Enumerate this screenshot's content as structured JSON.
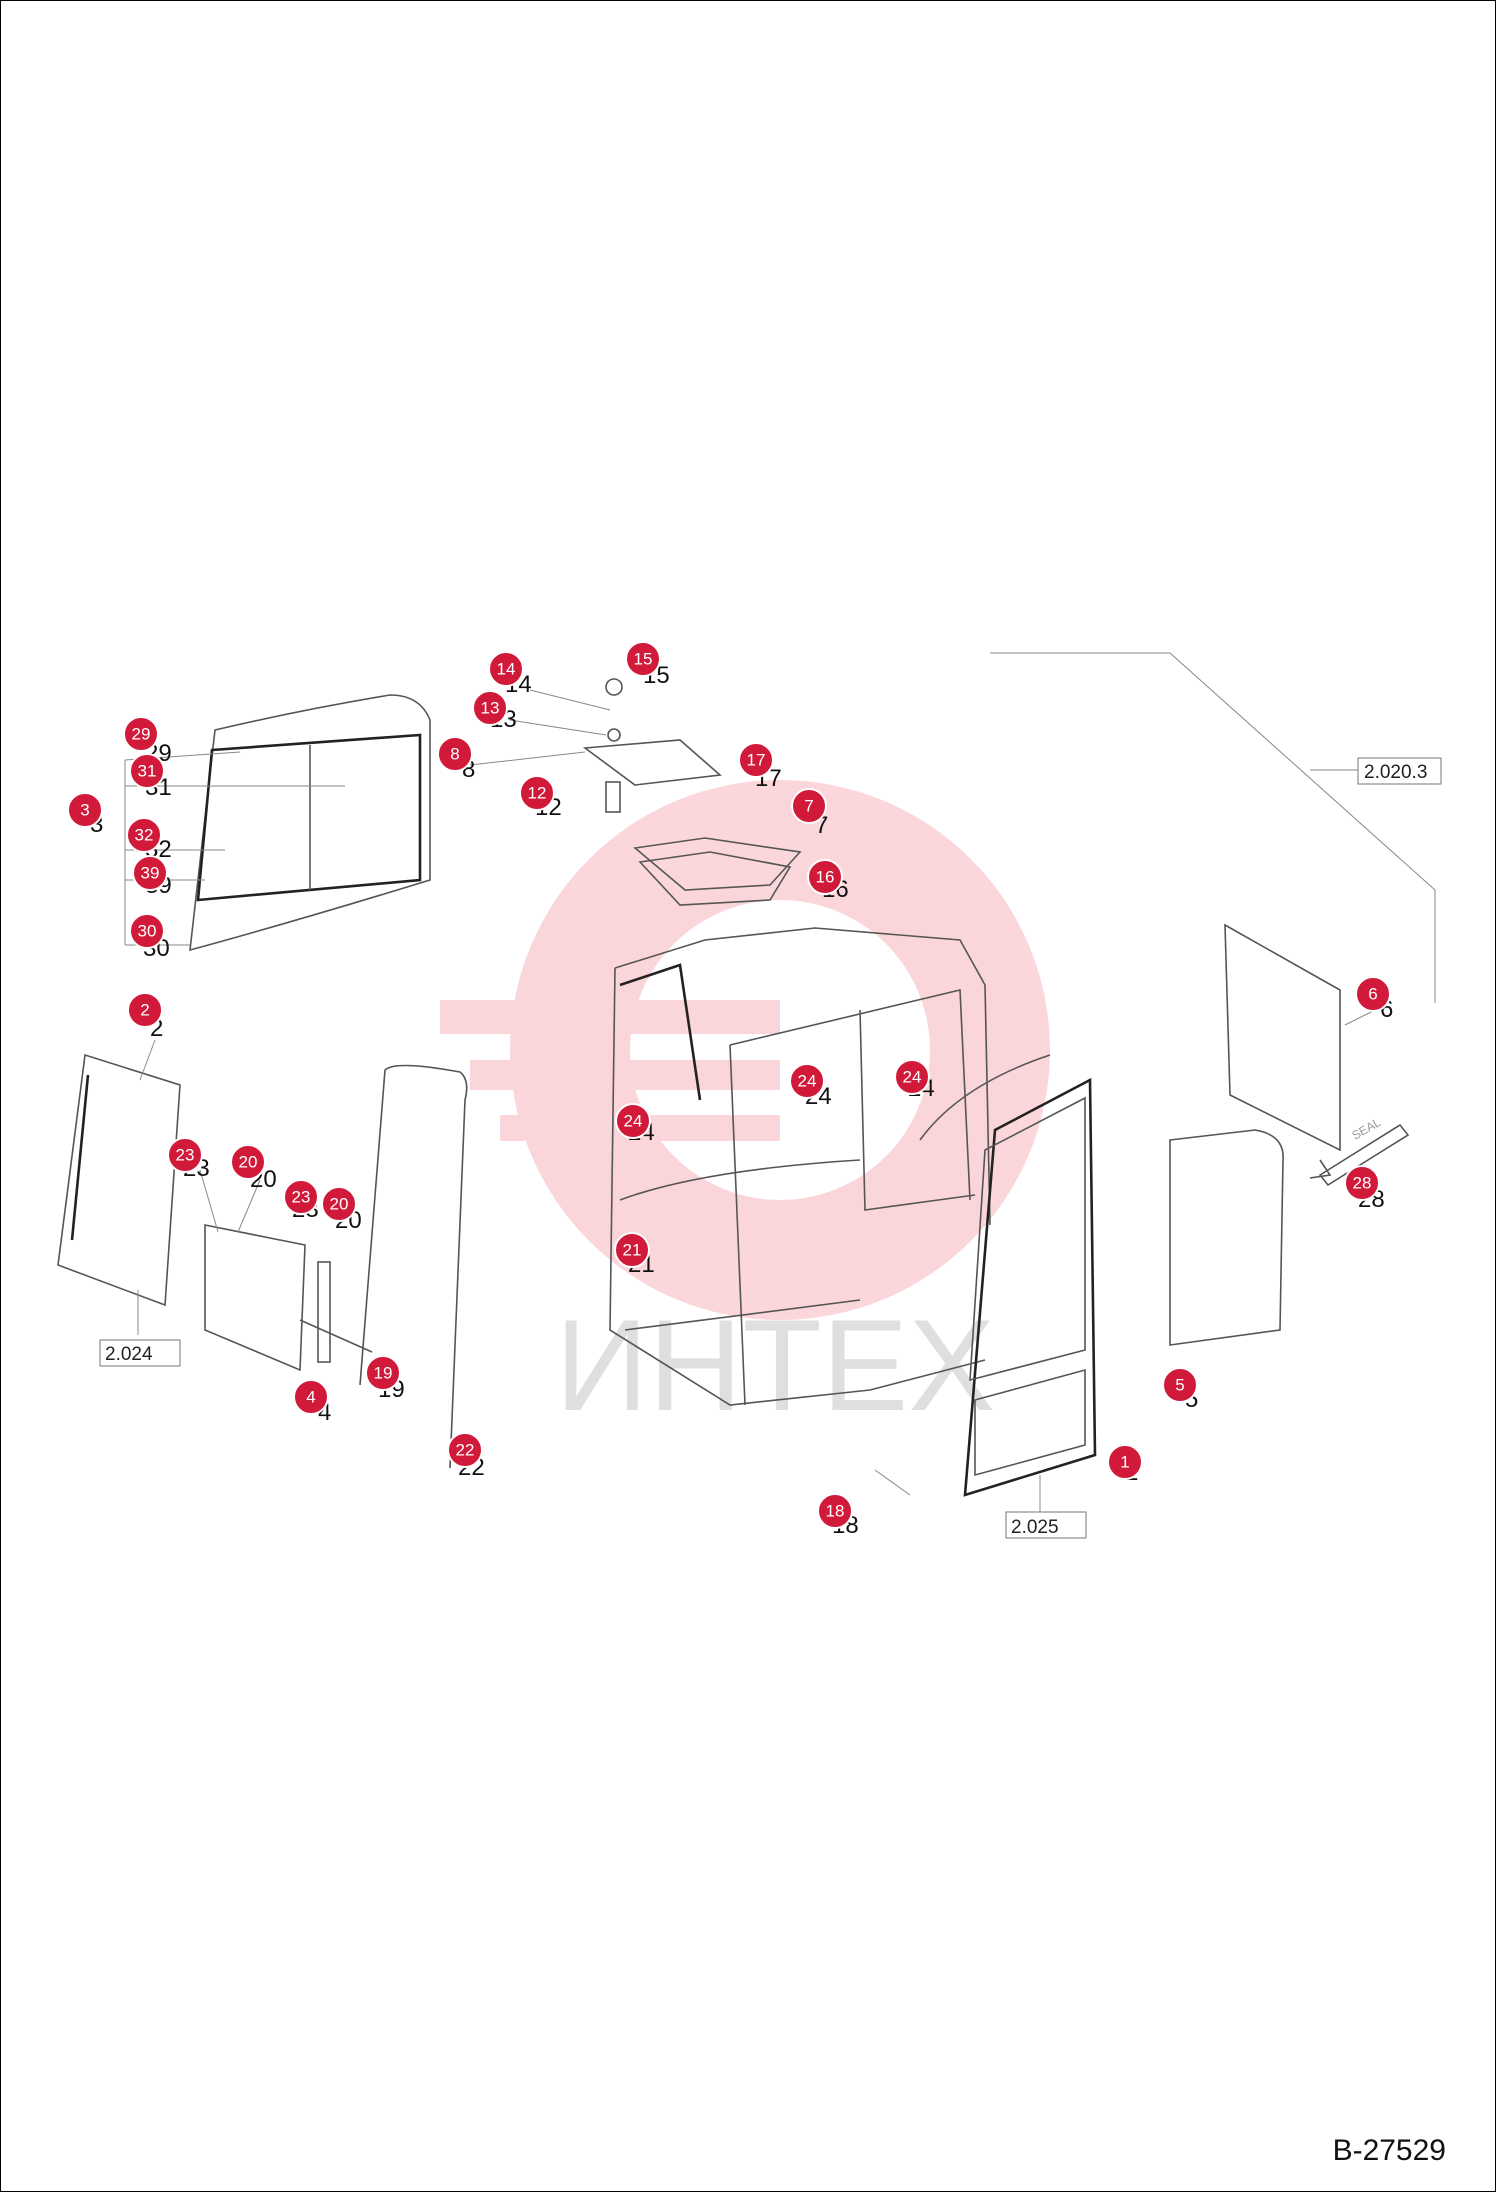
{
  "document_number": "B-27529",
  "watermark_text": "ИНТЕХ",
  "accent_color": "#d11a3a",
  "references": [
    "2.020.3",
    "2.024",
    "2.025"
  ],
  "callouts": [
    "1",
    "2",
    "3",
    "4",
    "5",
    "6",
    "7",
    "8",
    "12",
    "13",
    "14",
    "15",
    "16",
    "17",
    "18",
    "19",
    "20",
    "20",
    "21",
    "22",
    "23",
    "23",
    "24",
    "24",
    "24",
    "28",
    "29",
    "30",
    "31",
    "32",
    "39"
  ],
  "printed_labels": [
    "1",
    "2",
    "3",
    "4",
    "5",
    "6",
    "7",
    "8",
    "12",
    "13",
    "14",
    "15",
    "16",
    "17",
    "18",
    "19",
    "20",
    "20",
    "21",
    "22",
    "23",
    "23",
    "24",
    "24",
    "24",
    "28",
    "29",
    "30",
    "31",
    "32",
    "39"
  ],
  "seal_text": "SEAL"
}
